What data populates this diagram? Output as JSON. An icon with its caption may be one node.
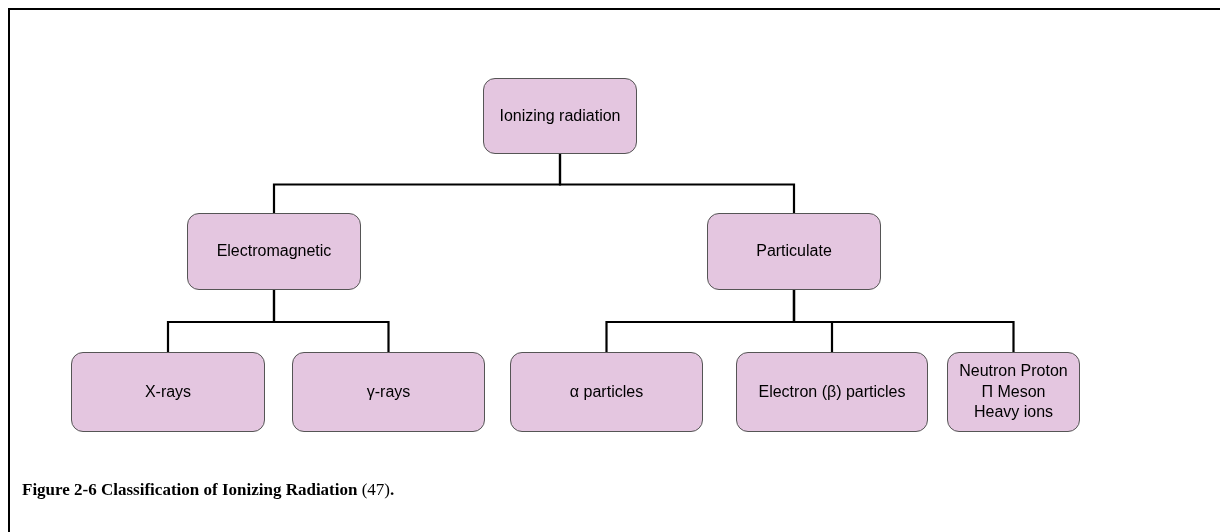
{
  "diagram": {
    "caption": "**Figure 2-6 Classification of Ionizing Radiation** (47)**.**",
    "nodes": [
      {
        "text": [
          "Ionizing radiation"
        ]
      },
      {
        "text": [
          "Electromagnetic"
        ]
      },
      {
        "text": [
          "Particulate"
        ]
      },
      {
        "text": [
          "X-rays"
        ]
      },
      {
        "text": [
          "γ-rays"
        ]
      },
      {
        "text": [
          "α particles"
        ]
      },
      {
        "text": [
          "Electron (β) particles"
        ]
      },
      {
        "text": [
          "Neutron Proton",
          "Π Meson",
          "Heavy ions"
        ]
      }
    ],
    "edges": [
      {
        "from": 0,
        "to": 1,
        "arrow": "none"
      },
      {
        "from": 0,
        "to": 2,
        "arrow": "none"
      },
      {
        "from": 1,
        "to": 3,
        "arrow": "none"
      },
      {
        "from": 1,
        "to": 4,
        "arrow": "none"
      },
      {
        "from": 2,
        "to": 5,
        "arrow": "none"
      },
      {
        "from": 2,
        "to": 6,
        "arrow": "none"
      },
      {
        "from": 2,
        "to": 7,
        "arrow": "none"
      }
    ]
  }
}
